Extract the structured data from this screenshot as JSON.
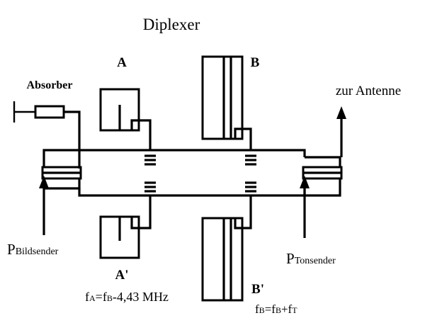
{
  "diagram": {
    "title": "Diplexer",
    "labels": {
      "filter_a": "A",
      "filter_a_prime": "A'",
      "filter_b": "B",
      "filter_b_prime": "B'",
      "absorber": "Absorber",
      "antenna": "zur Antenne"
    },
    "port_bild": {
      "main": "P",
      "sub": "Bildsender"
    },
    "port_ton": {
      "main": "P",
      "sub": "Tonsender"
    },
    "formula_a": {
      "f": "f",
      "s1": "A",
      "eq": "=f",
      "s2": "B",
      "rest": "-4,43 MHz"
    },
    "formula_b": {
      "f": "f",
      "s1": "B",
      "eq": "=f",
      "s2": "B",
      "plus": "+f",
      "s3": "T"
    }
  }
}
